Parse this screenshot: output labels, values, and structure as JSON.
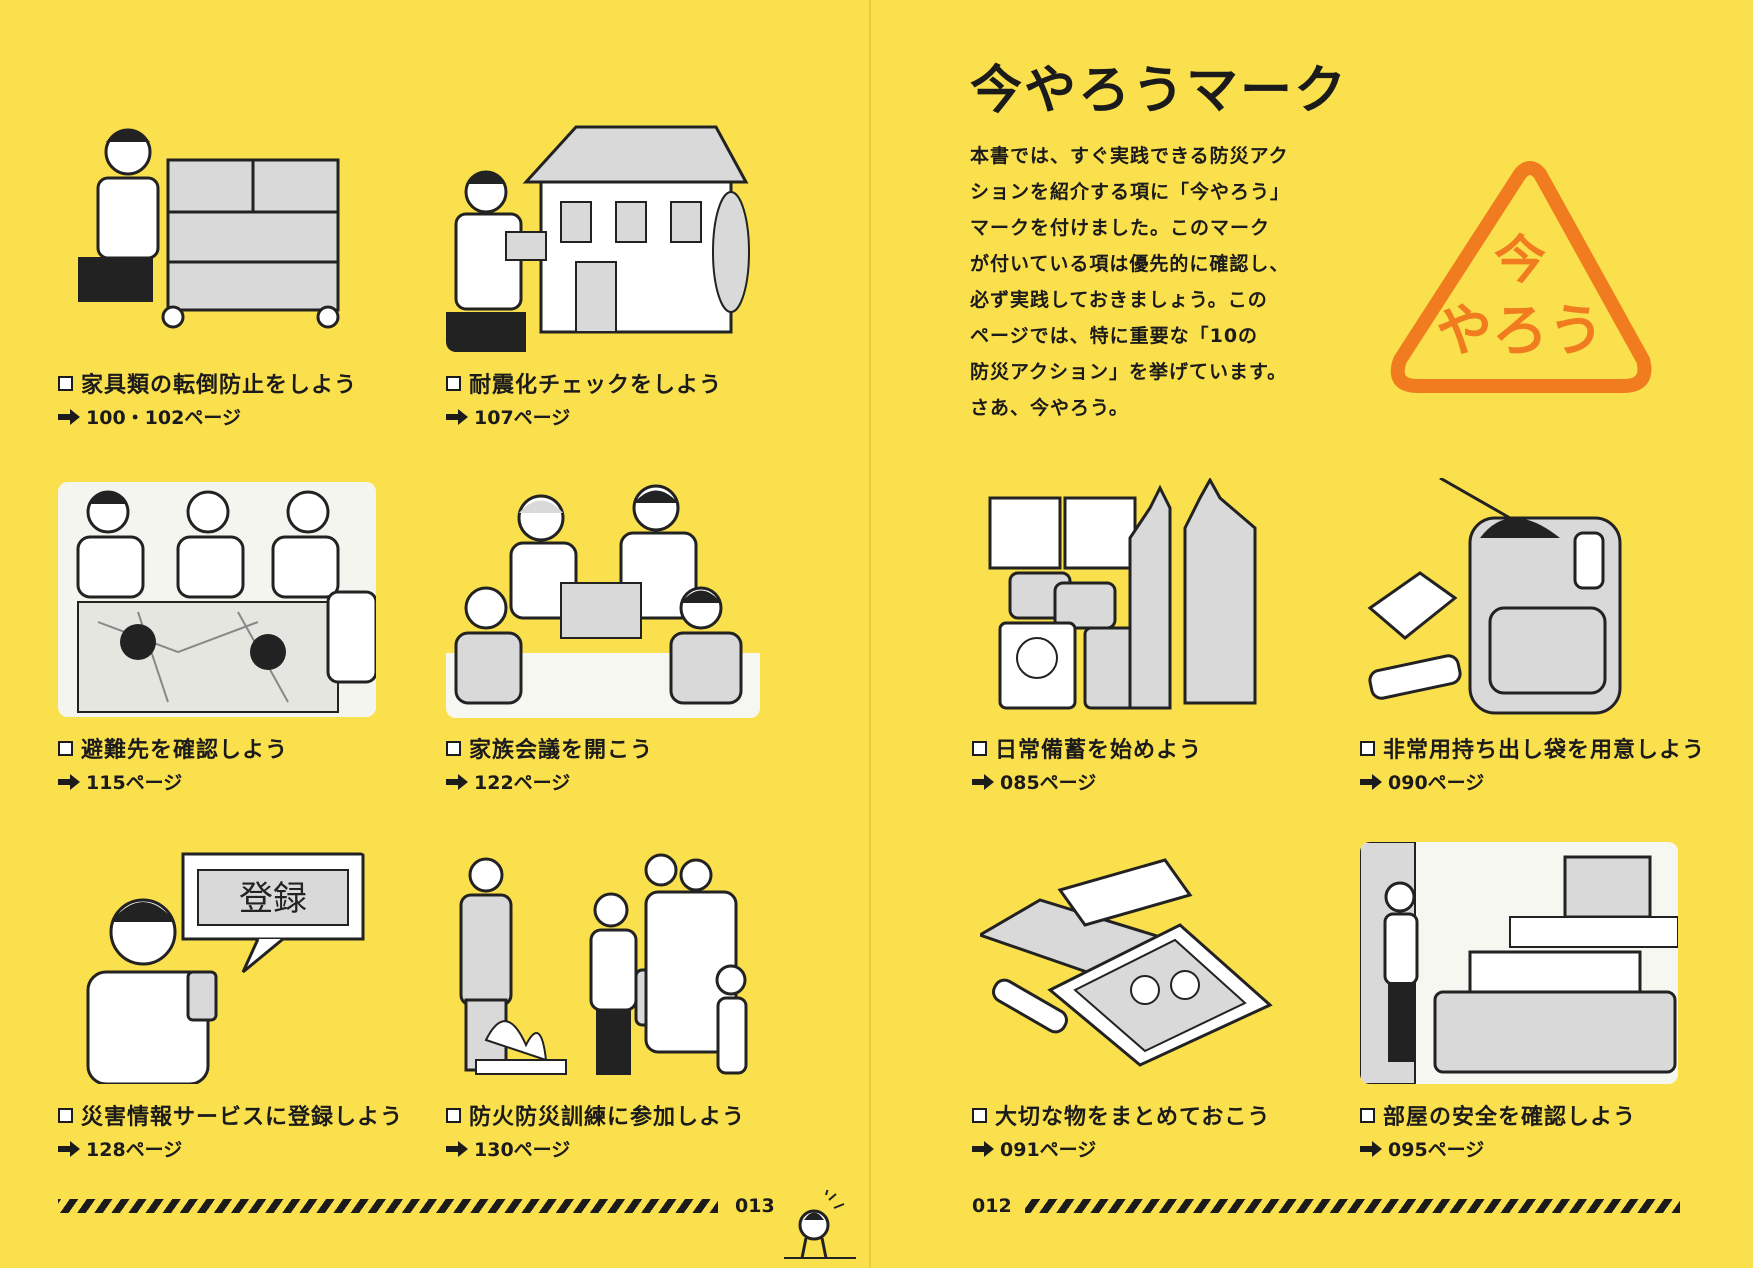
{
  "left_page": {
    "page_number": "013",
    "items": [
      {
        "label": "家具類の転倒防止をしよう",
        "ref": "100・102ページ"
      },
      {
        "label": "耐震化チェックをしよう",
        "ref": "107ページ"
      },
      {
        "label": "避難先を確認しよう",
        "ref": "115ページ"
      },
      {
        "label": "家族会議を開こう",
        "ref": "122ページ"
      },
      {
        "label": "災害情報サービスに登録しよう",
        "ref": "128ページ"
      },
      {
        "label": "防火防災訓練に参加しよう",
        "ref": "130ページ"
      }
    ],
    "register_sign": "登録"
  },
  "right_page": {
    "page_number": "012",
    "title": "今やろうマーク",
    "intro_lines": [
      "本書では、すぐ実践できる防災アク",
      "ションを紹介する項に「今やろう」",
      "マークを付けました。このマーク",
      "が付いている項は優先的に確認し、",
      "必ず実践しておきましょう。この",
      "ページでは、特に重要な「10の",
      "防災アクション」を挙げています。",
      "さあ、今やろう。"
    ],
    "mark": {
      "line1": "今",
      "line2": "やろう",
      "color": "#f07c1f"
    },
    "items": [
      {
        "label": "日常備蓄を始めよう",
        "ref": "085ページ"
      },
      {
        "label": "非常用持ち出し袋を用意しよう",
        "ref": "090ページ"
      },
      {
        "label": "大切な物をまとめておこう",
        "ref": "091ページ"
      },
      {
        "label": "部屋の安全を確認しよう",
        "ref": "095ページ"
      }
    ]
  },
  "colors": {
    "background": "#fbe04d",
    "ink": "#1b1b1b",
    "accent": "#f07c1f"
  }
}
